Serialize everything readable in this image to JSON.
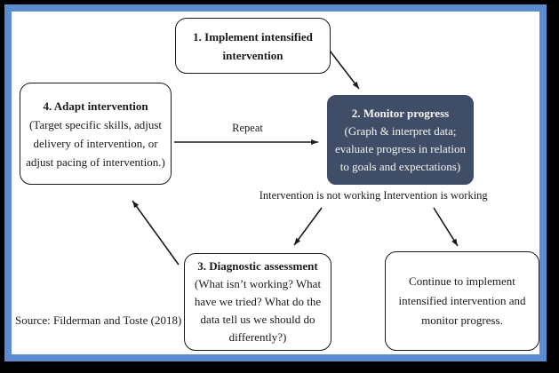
{
  "colors": {
    "frame_black": "#000000",
    "frame_blue": "#5b8bd0",
    "canvas_bg": "#ffffff",
    "monitor_box_fill": "#3f4e66",
    "monitor_box_text": "#f4f4f4",
    "box_border": "#1a1a1a",
    "text": "#1a1a1a"
  },
  "boxes": {
    "implement": {
      "lines": [
        "1. Implement intensified",
        "intervention"
      ]
    },
    "monitor": {
      "title": "2. Monitor progress",
      "body": [
        "(Graph & interpret data;",
        "evaluate progress in relation",
        "to goals and expectations)"
      ]
    },
    "adapt": {
      "title": "4. Adapt intervention",
      "body": [
        "(Target specific skills, adjust",
        "delivery of intervention, or",
        "adjust pacing of intervention.)"
      ]
    },
    "diagnostic": {
      "title": "3. Diagnostic assessment",
      "body": [
        "(What isn’t working? What",
        "have we tried? What do the",
        "data tell us we should do",
        "differently?)"
      ]
    },
    "continue": {
      "body": [
        "Continue to implement",
        "intensified intervention and",
        "monitor progress."
      ]
    }
  },
  "labels": {
    "repeat": "Repeat",
    "not_working": "Intervention is not working",
    "working": "Intervention is working",
    "source": "Source: Filderman and Toste (2018)"
  }
}
